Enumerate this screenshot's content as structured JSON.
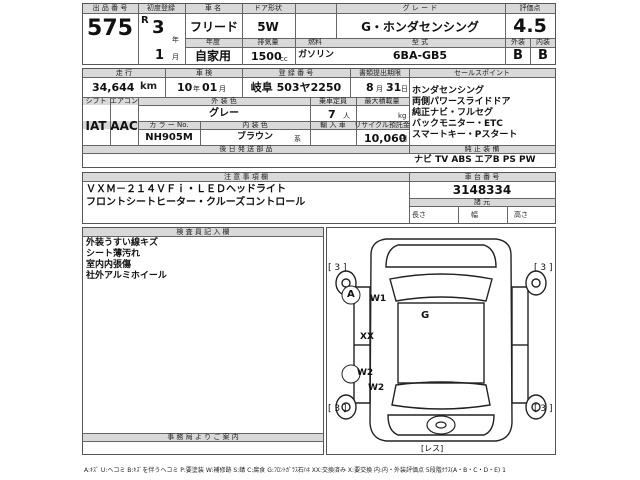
{
  "header": {
    "labels": {
      "lot_no": "出 品 番 号",
      "first_reg": "初度登録",
      "car_name": "車 名",
      "door_shape": "ドア形状",
      "grade": "グ レ ー ド",
      "score": "評価点",
      "model_year": "年度",
      "usage": "用途",
      "displacement": "排気量",
      "fuel": "燃料",
      "model_code": "型 式",
      "ext_score": "外装",
      "int_score": "内装"
    },
    "lot_no": "575",
    "era": "R",
    "year": "3",
    "year_unit": "年",
    "month": "1",
    "month_unit": "月",
    "car_name": "フリード",
    "door": "5W",
    "grade": "G・ホンダセンシング",
    "score": "4.5",
    "usage": "自家用",
    "displacement": "1500",
    "displacement_unit": "cc",
    "fuel": "ガソリン",
    "model_code": "6BA-GB5",
    "ext_score": "B",
    "int_score": "B"
  },
  "row2": {
    "labels": {
      "mileage": "走 行",
      "inspection": "車 検",
      "plate": "登 録 番 号",
      "doc_deadline": "書類提出期限",
      "sales_points": "セールスポイント",
      "shift": "シフト",
      "aircon": "エアコン",
      "color": "外 装 色",
      "capacity": "乗車定員",
      "max_load": "最大積載量",
      "color_no": "カ ラ ー No.",
      "interior_color": "内 装 色",
      "import": "輸 入 車",
      "recycle": "リサイクル預託金",
      "post_equipment": "後 日 発 送 部 品",
      "genuine_options": "純 正 装 備"
    },
    "mileage": "34,644",
    "mileage_unit": "km",
    "inspection_year": "10",
    "inspection_year_unit": "年",
    "inspection_month": "01",
    "inspection_month_unit": "月",
    "plate": "岐阜 503ヤ2250",
    "doc_month": "8",
    "doc_month_unit": "月",
    "doc_day": "31",
    "doc_day_unit": "日",
    "shift": "IAT",
    "aircon": "AAC",
    "color": "グレー",
    "capacity": "7",
    "capacity_unit": "人",
    "load_unit": "kg",
    "color_no": "NH905M",
    "interior_color": "ブラウン",
    "interior_unit": "系",
    "recycle": "10,060",
    "recycle_unit": "円",
    "genuine_options": "ナビ TV ABS エアB PS PW"
  },
  "sales_points": [
    "ホンダセンシング",
    "両側パワースライドドア",
    "純正ナビ・フルセグ",
    "バックモニター・ETC",
    "スマートキー・Pスタート"
  ],
  "notes": {
    "label": "注 意 事 項 欄",
    "lines": [
      "ＶＸＭ－２１４ＶＦｉ・ＬＥＤヘッドライト",
      "フロントシートヒーター・クルーズコントロール"
    ]
  },
  "chassis": {
    "label": "車 台 番 号",
    "value": "3148334",
    "dims_label": "諸 元",
    "dims": [
      "長さ",
      "幅",
      "高さ"
    ]
  },
  "inspector": {
    "label": "検 査 員 記 入 欄",
    "lines": [
      "外装うすい線キズ",
      "シート薄汚れ",
      "室内内張傷",
      "社外アルミホイール"
    ]
  },
  "office_label": "事 務 局 よ り ご 案 内",
  "diagram": {
    "marks": [
      "A",
      "W1",
      "G",
      "XX",
      "W2",
      "W2"
    ],
    "tire_marks": [
      "[ 3 ]",
      "[ 3 ]",
      "[ 3 ]",
      "[ 3 ]"
    ],
    "spare": "[レス]"
  },
  "legend": "A:ｷｽﾞ U:ヘコミ B:ｷｽﾞを伴うヘコミ P:要塗装 W:補修跡 S:錆 C:腐食 G:ﾌﾛﾝﾄｶﾞﾗｽ石ﾊﾈ XX:交換済み X:要交換 内:内・外装評価点 5段階ｸﾗｽ(A・B・C・D・E) 1"
}
